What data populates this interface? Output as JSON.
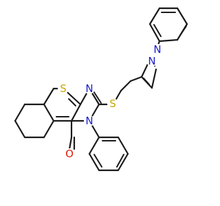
{
  "molecule": {
    "atoms": [
      {
        "id": "S1",
        "symbol": "S",
        "color": "#c8a600"
      },
      {
        "id": "N1",
        "symbol": "N",
        "color": "#1a1acc"
      },
      {
        "id": "S2",
        "symbol": "S",
        "color": "#c8a600"
      },
      {
        "id": "N2",
        "symbol": "N",
        "color": "#1a1acc"
      },
      {
        "id": "N3",
        "symbol": "N",
        "color": "#1a1acc"
      },
      {
        "id": "N4",
        "symbol": "N",
        "color": "#1a1acc"
      },
      {
        "id": "O1",
        "symbol": "O",
        "color": "#dd1e0e"
      }
    ]
  }
}
